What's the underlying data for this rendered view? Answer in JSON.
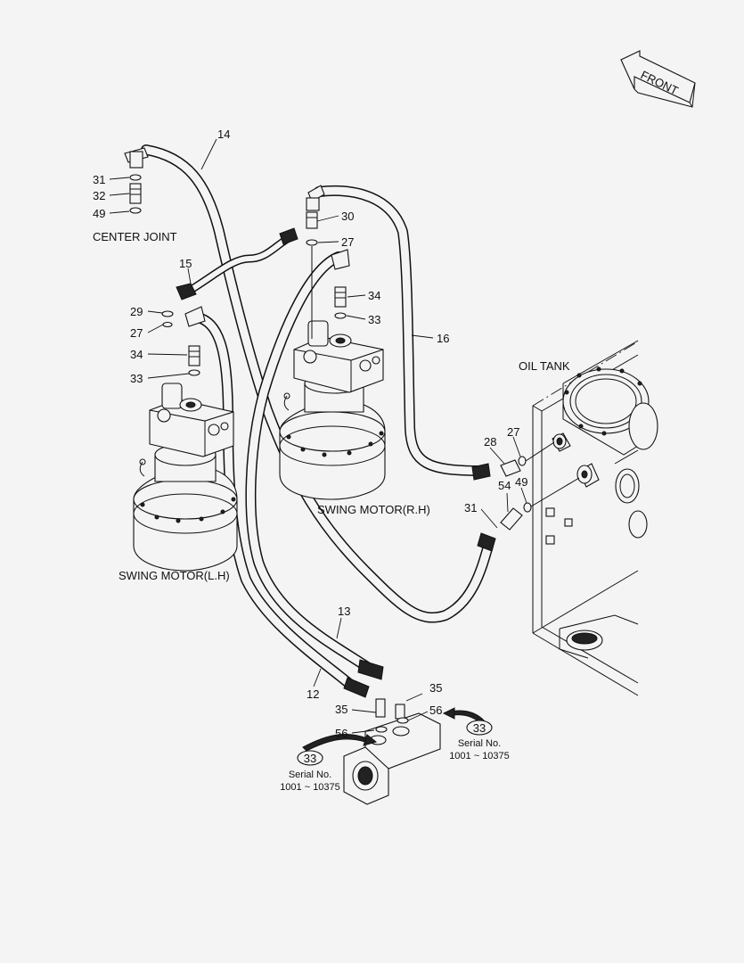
{
  "direction": {
    "label": "FRONT"
  },
  "assemblies": {
    "center_joint": "CENTER JOINT",
    "swing_motor_lh": "SWING MOTOR(L.H)",
    "swing_motor_rh": "SWING MOTOR(R.H)",
    "oil_tank": "OIL TANK"
  },
  "callouts": {
    "c14": "14",
    "c31a": "31",
    "c32": "32",
    "c49a": "49",
    "c15": "15",
    "c30": "30",
    "c27a": "27",
    "c34a": "34",
    "c33a": "33",
    "c29": "29",
    "c27b": "27",
    "c34b": "34",
    "c33b": "33",
    "c16": "16",
    "c28": "28",
    "c27c": "27",
    "c54": "54",
    "c49b": "49",
    "c31b": "31",
    "c13": "13",
    "c12": "12",
    "c35a": "35",
    "c35b": "35",
    "c56a": "56",
    "c56b": "56"
  },
  "serial_notes": [
    {
      "ref": "33",
      "label": "Serial No.",
      "range": "1001 ~ 10375"
    },
    {
      "ref": "33",
      "label": "Serial No.",
      "range": "1001 ~ 10375"
    }
  ]
}
